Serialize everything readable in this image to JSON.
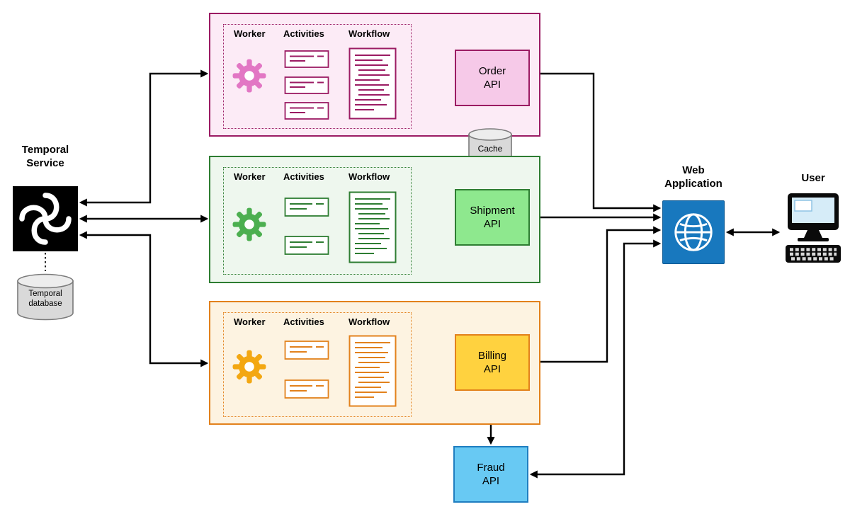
{
  "nodes": {
    "temporal_service": {
      "label": "Temporal\nService",
      "fill": "#000000"
    },
    "temporal_database": {
      "label": "Temporal\ndatabase",
      "fill": "#d9d9d9"
    },
    "cache": {
      "label": "Cache",
      "fill": "#d9d9d9"
    },
    "fraud_api": {
      "label": "Fraud\nAPI",
      "fill": "#68c9f3",
      "border": "#1f7ec0"
    },
    "web_application": {
      "label": "Web\nApplication",
      "fill": "#1878be"
    },
    "user": {
      "label": "User"
    }
  },
  "groups": [
    {
      "name": "order",
      "columns": {
        "worker": "Worker",
        "activities": "Activities",
        "workflow": "Workflow"
      },
      "api_label": "Order\nAPI",
      "colors": {
        "border": "#9b1b63",
        "background": "#fcebf6",
        "api_fill": "#f6c9e8",
        "gear": "#e277c4"
      }
    },
    {
      "name": "shipment",
      "columns": {
        "worker": "Worker",
        "activities": "Activities",
        "workflow": "Workflow"
      },
      "api_label": "Shipment\nAPI",
      "colors": {
        "border": "#2e7d32",
        "background": "#eef7ee",
        "api_fill": "#8ee88e",
        "gear": "#4caf50"
      }
    },
    {
      "name": "billing",
      "columns": {
        "worker": "Worker",
        "activities": "Activities",
        "workflow": "Workflow"
      },
      "api_label": "Billing\nAPI",
      "colors": {
        "border": "#e2811c",
        "background": "#fdf3e1",
        "api_fill": "#ffd23f",
        "gear": "#f3a712"
      }
    }
  ],
  "icons": {
    "temporal_logo": "temporal-knot",
    "temporal_database": "database-cylinder",
    "cache": "database-cylinder",
    "worker": "gear",
    "activities": "note-cards",
    "workflow": "document-lines",
    "web_application": "globe",
    "user": "desktop-computer"
  },
  "edges": [
    {
      "from": "temporal-service",
      "to": "order-worker",
      "style": "double-arrow"
    },
    {
      "from": "temporal-service",
      "to": "shipment-worker",
      "style": "double-arrow"
    },
    {
      "from": "temporal-service",
      "to": "billing-worker",
      "style": "double-arrow"
    },
    {
      "from": "order-workflow",
      "to": "order-api",
      "style": "double-arrow"
    },
    {
      "from": "shipment-workflow",
      "to": "shipment-api",
      "style": "double-arrow"
    },
    {
      "from": "billing-workflow",
      "to": "billing-api",
      "style": "double-arrow"
    },
    {
      "from": "web-application",
      "to": "order-api",
      "style": "double-arrow"
    },
    {
      "from": "web-application",
      "to": "shipment-api",
      "style": "double-arrow"
    },
    {
      "from": "web-application",
      "to": "billing-api",
      "style": "double-arrow"
    },
    {
      "from": "web-application",
      "to": "fraud-api",
      "style": "double-arrow"
    },
    {
      "from": "billing-api",
      "to": "fraud-api",
      "style": "double-arrow"
    },
    {
      "from": "web-application",
      "to": "user",
      "style": "double-arrow"
    },
    {
      "from": "order-api",
      "to": "cache",
      "style": "dotted"
    },
    {
      "from": "cache",
      "to": "shipment-api",
      "style": "dotted"
    },
    {
      "from": "temporal-service",
      "to": "temporal-database",
      "style": "dotted"
    }
  ]
}
